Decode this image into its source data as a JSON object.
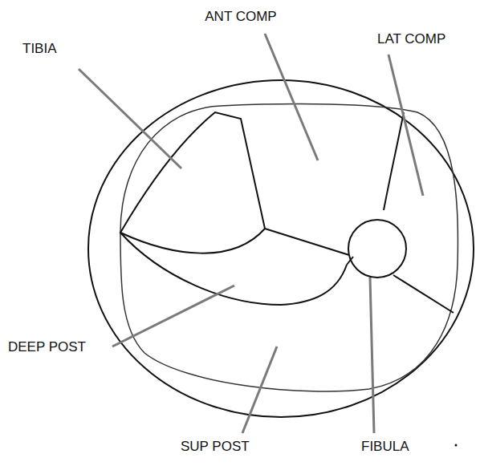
{
  "diagram": {
    "labels": [
      "TIBIA",
      "ANT COMP",
      "LAT COMP",
      "DEEP POST",
      "SUP POST",
      "FIBULA"
    ]
  }
}
